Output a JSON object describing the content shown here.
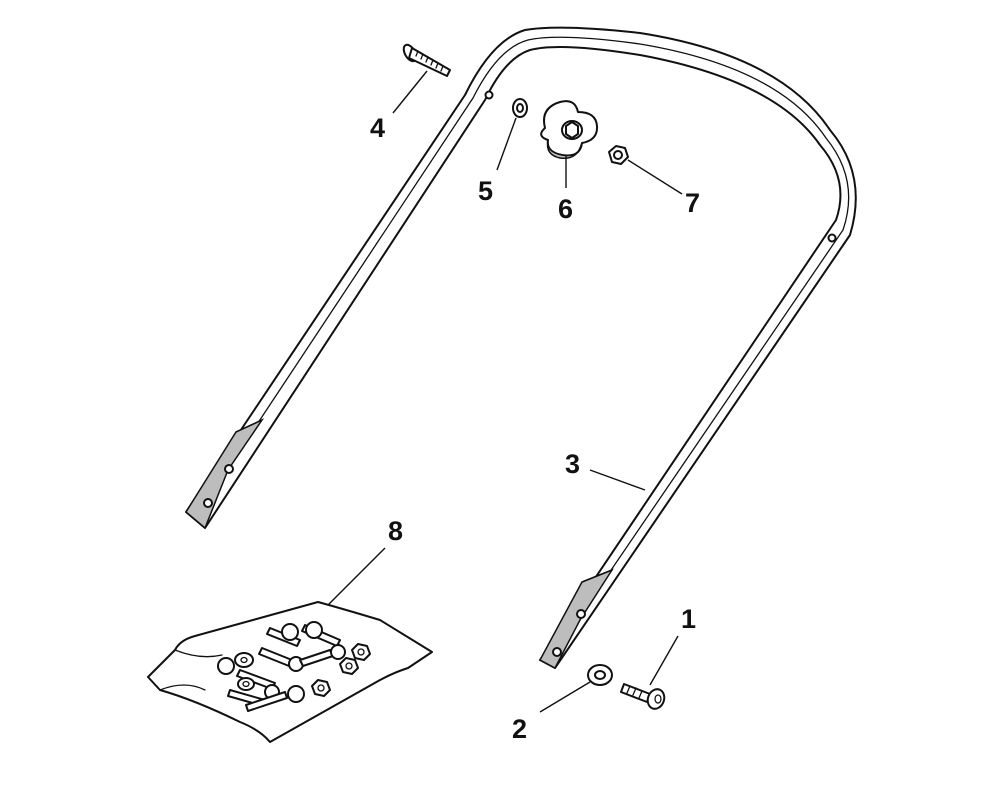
{
  "callouts": {
    "c1": "1",
    "c2": "2",
    "c3": "3",
    "c4": "4",
    "c5": "5",
    "c6": "6",
    "c7": "7",
    "c8": "8"
  },
  "icons": {
    "handle": "u-handle-bar",
    "bolt": "bolt-icon",
    "washer": "washer-icon",
    "knob": "star-knob-icon",
    "nut": "hex-nut-icon",
    "kit": "hardware-bag-icon"
  },
  "colors": {
    "line": "#111111",
    "background": "#ffffff"
  }
}
